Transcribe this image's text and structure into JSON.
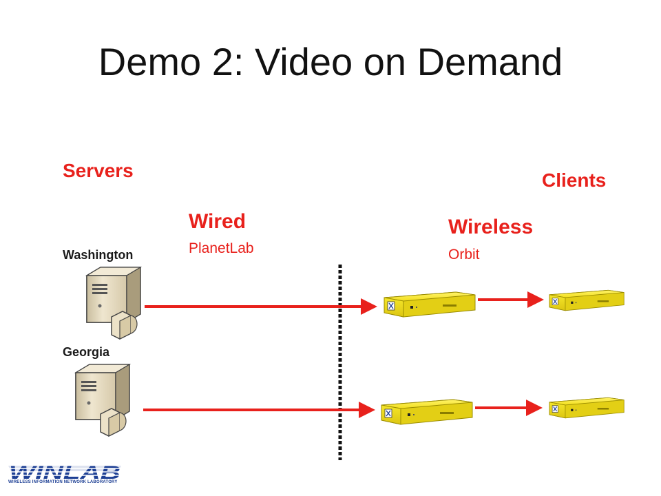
{
  "slide": {
    "title": "Demo 2: Video on Demand"
  },
  "labels": {
    "servers": "Servers",
    "clients": "Clients",
    "wired": "Wired",
    "wired_sub": "PlanetLab",
    "wireless": "Wireless",
    "wireless_sub": "Orbit"
  },
  "servers": [
    {
      "name": "Washington"
    },
    {
      "name": "Georgia"
    }
  ],
  "logo": {
    "text": "WINLAB",
    "subtitle": "WIRELESS INFORMATION NETWORK LABORATORY",
    "device_label": "WINLAB"
  },
  "colors": {
    "accent_red": "#e8211c",
    "arrow_red": "#e8211c",
    "device_yellow": "#f5e62a",
    "logo_blue": "#1d3f94",
    "server_beige": "#e8dcc0"
  }
}
